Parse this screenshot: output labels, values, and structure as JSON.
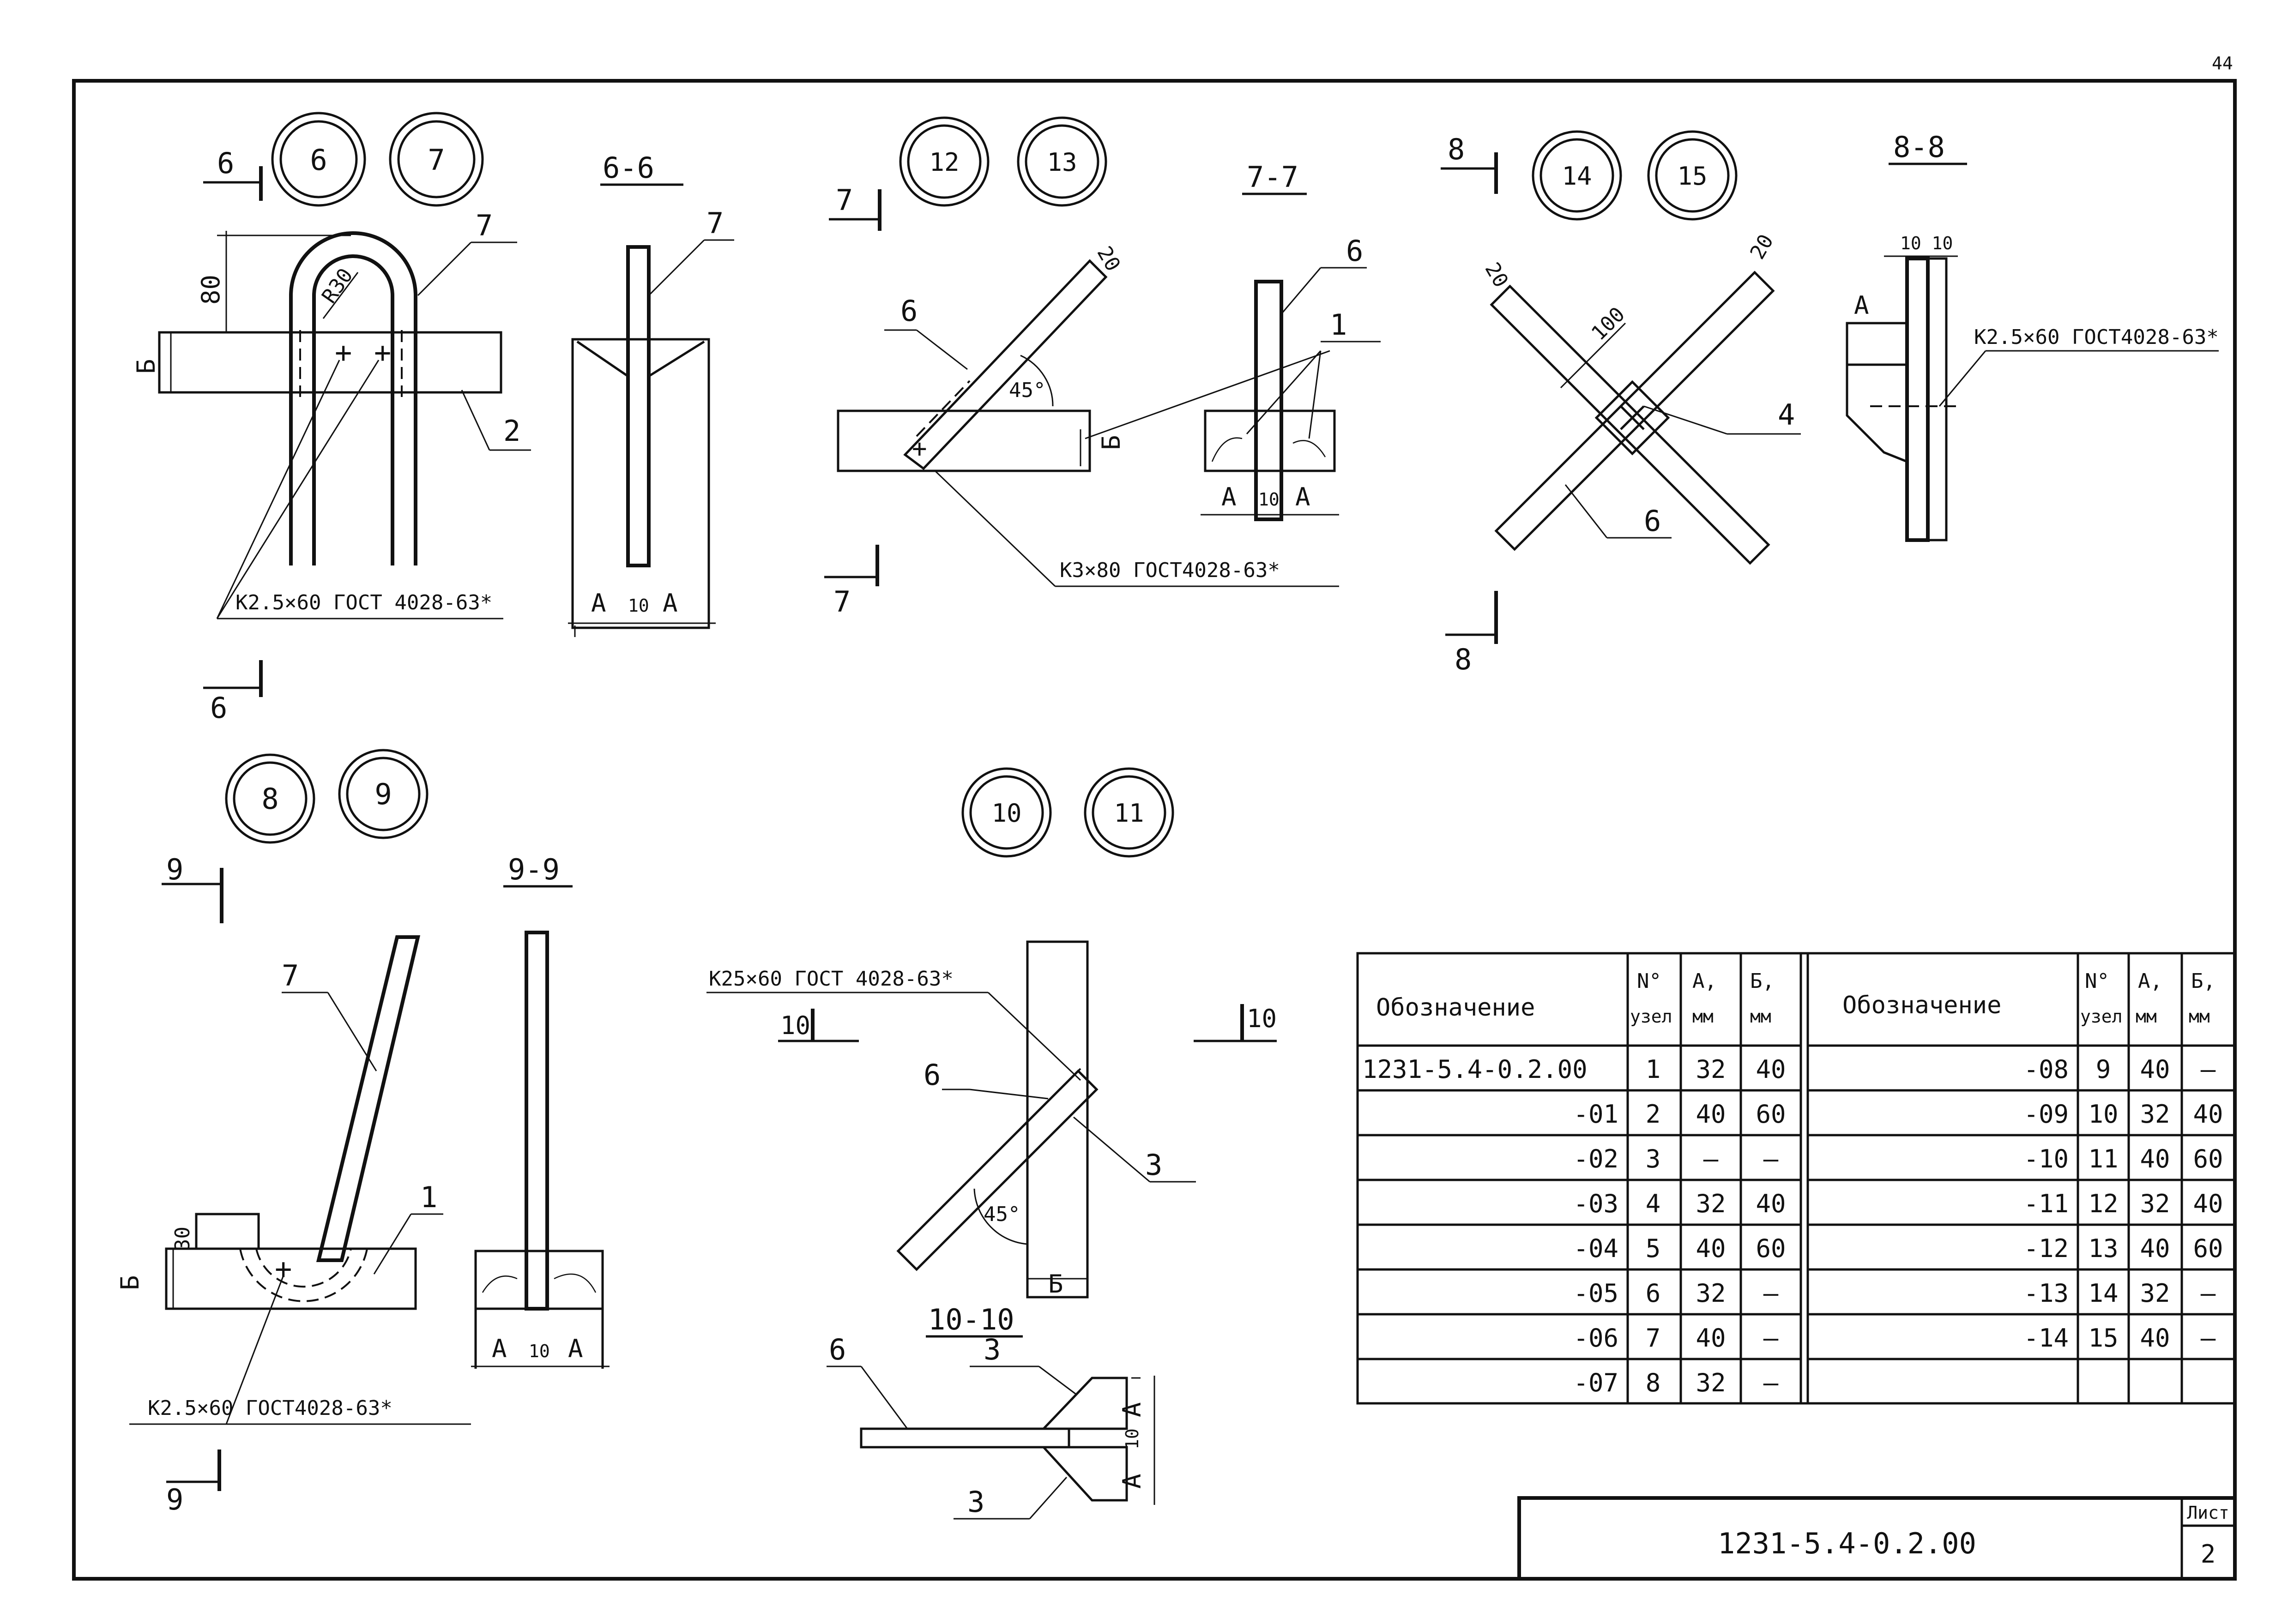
{
  "page_number": "44",
  "nodes": {
    "n6": "6",
    "n7": "7",
    "n12": "12",
    "n13": "13",
    "n14": "14",
    "n15": "15",
    "n8": "8",
    "n9": "9",
    "n10": "10",
    "n11": "11"
  },
  "section_marks": {
    "s6": "6",
    "s7": "7",
    "s8": "8",
    "s9": "9",
    "s10": "10"
  },
  "section_titles": {
    "t66": "6-6",
    "t77": "7-7",
    "t88": "8-8",
    "t99": "9-9",
    "t1010": "10-10"
  },
  "part_labels": {
    "p7": "7",
    "p2": "2",
    "p6": "6",
    "p1": "1",
    "p4": "4",
    "p3": "3"
  },
  "dimensions": {
    "d80": "80",
    "dR30": "R30",
    "dB": "Б",
    "dA": "А",
    "d10": "10",
    "d20": "20",
    "d100": "100",
    "d45": "45°",
    "d30": "30",
    "d1010": "10 10"
  },
  "weld_notes": {
    "w1": "К2.5×60 ГОСТ 4028-63*",
    "w2": "К3×80 ГОСТ4028-63*",
    "w3": "К2.5×60 ГОСТ4028-63*",
    "w4": "К2.5×60 ГОСТ4028-63*",
    "w5": "К25×60 ГОСТ 4028-63*"
  },
  "table_left": {
    "headers": [
      "Обозначение",
      "N°",
      "узел",
      "А,",
      "мм",
      "Б,",
      "мм"
    ],
    "rows": [
      [
        "1231-5.4-0.2.00",
        "1",
        "32",
        "40"
      ],
      [
        "-01",
        "2",
        "40",
        "60"
      ],
      [
        "-02",
        "3",
        "–",
        "–"
      ],
      [
        "-03",
        "4",
        "32",
        "40"
      ],
      [
        "-04",
        "5",
        "40",
        "60"
      ],
      [
        "-05",
        "6",
        "32",
        "–"
      ],
      [
        "-06",
        "7",
        "40",
        "–"
      ],
      [
        "-07",
        "8",
        "32",
        "–"
      ]
    ]
  },
  "table_right": {
    "headers": [
      "Обозначение",
      "N°",
      "узел",
      "А,",
      "мм",
      "Б,",
      "мм"
    ],
    "rows": [
      [
        "-08",
        "9",
        "40",
        "–"
      ],
      [
        "-09",
        "10",
        "32",
        "40"
      ],
      [
        "-10",
        "11",
        "40",
        "60"
      ],
      [
        "-11",
        "12",
        "32",
        "40"
      ],
      [
        "-12",
        "13",
        "40",
        "60"
      ],
      [
        "-13",
        "14",
        "32",
        "–"
      ],
      [
        "-14",
        "15",
        "40",
        "–"
      ],
      [
        "",
        "",
        "",
        ""
      ]
    ]
  },
  "title_block": {
    "code": "1231-5.4-0.2.00",
    "sheet_label": "Лист",
    "sheet_number": "2"
  }
}
